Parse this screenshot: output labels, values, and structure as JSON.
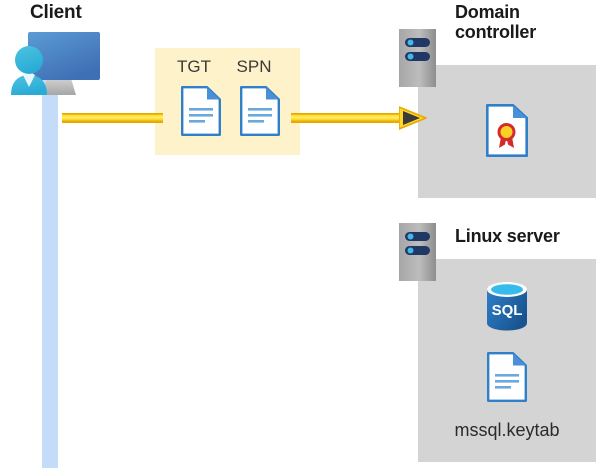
{
  "diagram": {
    "title_client": "Client",
    "title_domain_controller": "Domain\ncontroller",
    "title_linux_server": "Linux server",
    "labels": {
      "tgt": "TGT",
      "spn": "SPN",
      "keytab_filename": "mssql.keytab"
    },
    "icons": {
      "client": "user-workstation-icon",
      "domain_controller_server": "server-rack-icon",
      "linux_server": "server-rack-icon",
      "tgt_document": "document-icon",
      "spn_document": "document-icon",
      "certificate": "certificate-document-icon",
      "sql_database": "sql-database-icon",
      "keytab_document": "document-icon",
      "flow_arrow": "arrow-right-icon"
    },
    "colors": {
      "wire_yellow": "#ffd629",
      "wire_yellow_dark": "#e8a800",
      "panel_grey": "#d4d4d4",
      "panel_yellow": "#fdf2c9",
      "lifeline_blue": "#c5dcf8",
      "document_blue": "#2f7fc9",
      "sql_blue": "#2369b0",
      "certificate_red": "#d32b2b",
      "certificate_gold": "#fbd024",
      "server_navy": "#1f3864",
      "title_text": "#1a1a1a"
    }
  }
}
